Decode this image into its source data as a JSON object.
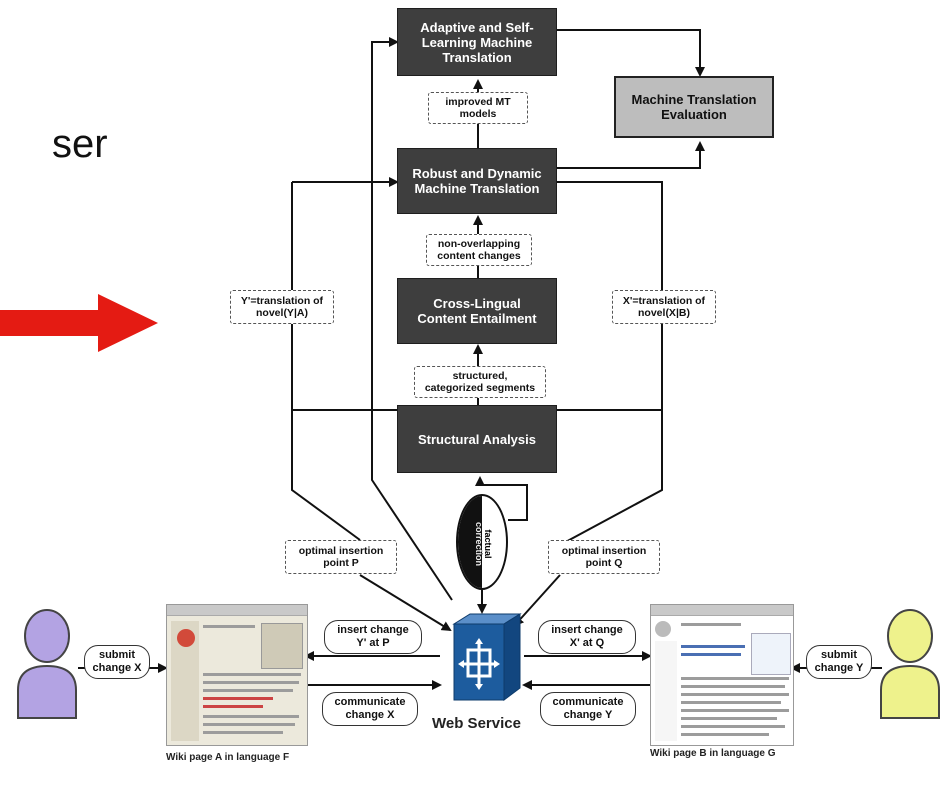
{
  "partial_text": "ser",
  "boxes": {
    "adaptive": "Adaptive and Self-\nLearning Machine\nTranslation",
    "evaluation": "Machine Translation\nEvaluation",
    "robust": "Robust and Dynamic\nMachine Translation",
    "crosslingual": "Cross-Lingual\nContent Entailment",
    "structural": "Structural Analysis"
  },
  "tags": {
    "improved_mt": "improved MT\nmodels",
    "non_overlapping": "non-overlapping\ncontent changes",
    "structured": "structured,\ncategorized segments",
    "y_translation": "Y'=translation of\nnovel(Y|A)",
    "x_translation": "X'=translation of\nnovel(X|B)",
    "insertion_p": "optimal insertion\npoint  P",
    "insertion_q": "optimal insertion\npoint  Q"
  },
  "ellipse_label": "factual\ncorrection",
  "pills": {
    "submit_x": "submit\nchange X",
    "submit_y": "submit\nchange Y",
    "insert_y": "insert change\nY' at P",
    "insert_x": "insert change\nX' at Q",
    "communicate_x": "communicate\nchange X",
    "communicate_y": "communicate\nchange Y"
  },
  "web_service_label": "Web Service",
  "captions": {
    "wiki_a": "Wiki page A in language F",
    "wiki_b": "Wiki page B in language G"
  },
  "colors": {
    "dark_box": "#3e3e3e",
    "light_box": "#bdbdbd",
    "red_arrow": "#e41b13",
    "user_left": "#b3a3e3",
    "user_right": "#eef28c",
    "web_service_cube": "#1d5c9e"
  },
  "icons": [
    "user-icon",
    "user-icon",
    "web-service-cube-icon",
    "wiki-page-thumbnail"
  ]
}
